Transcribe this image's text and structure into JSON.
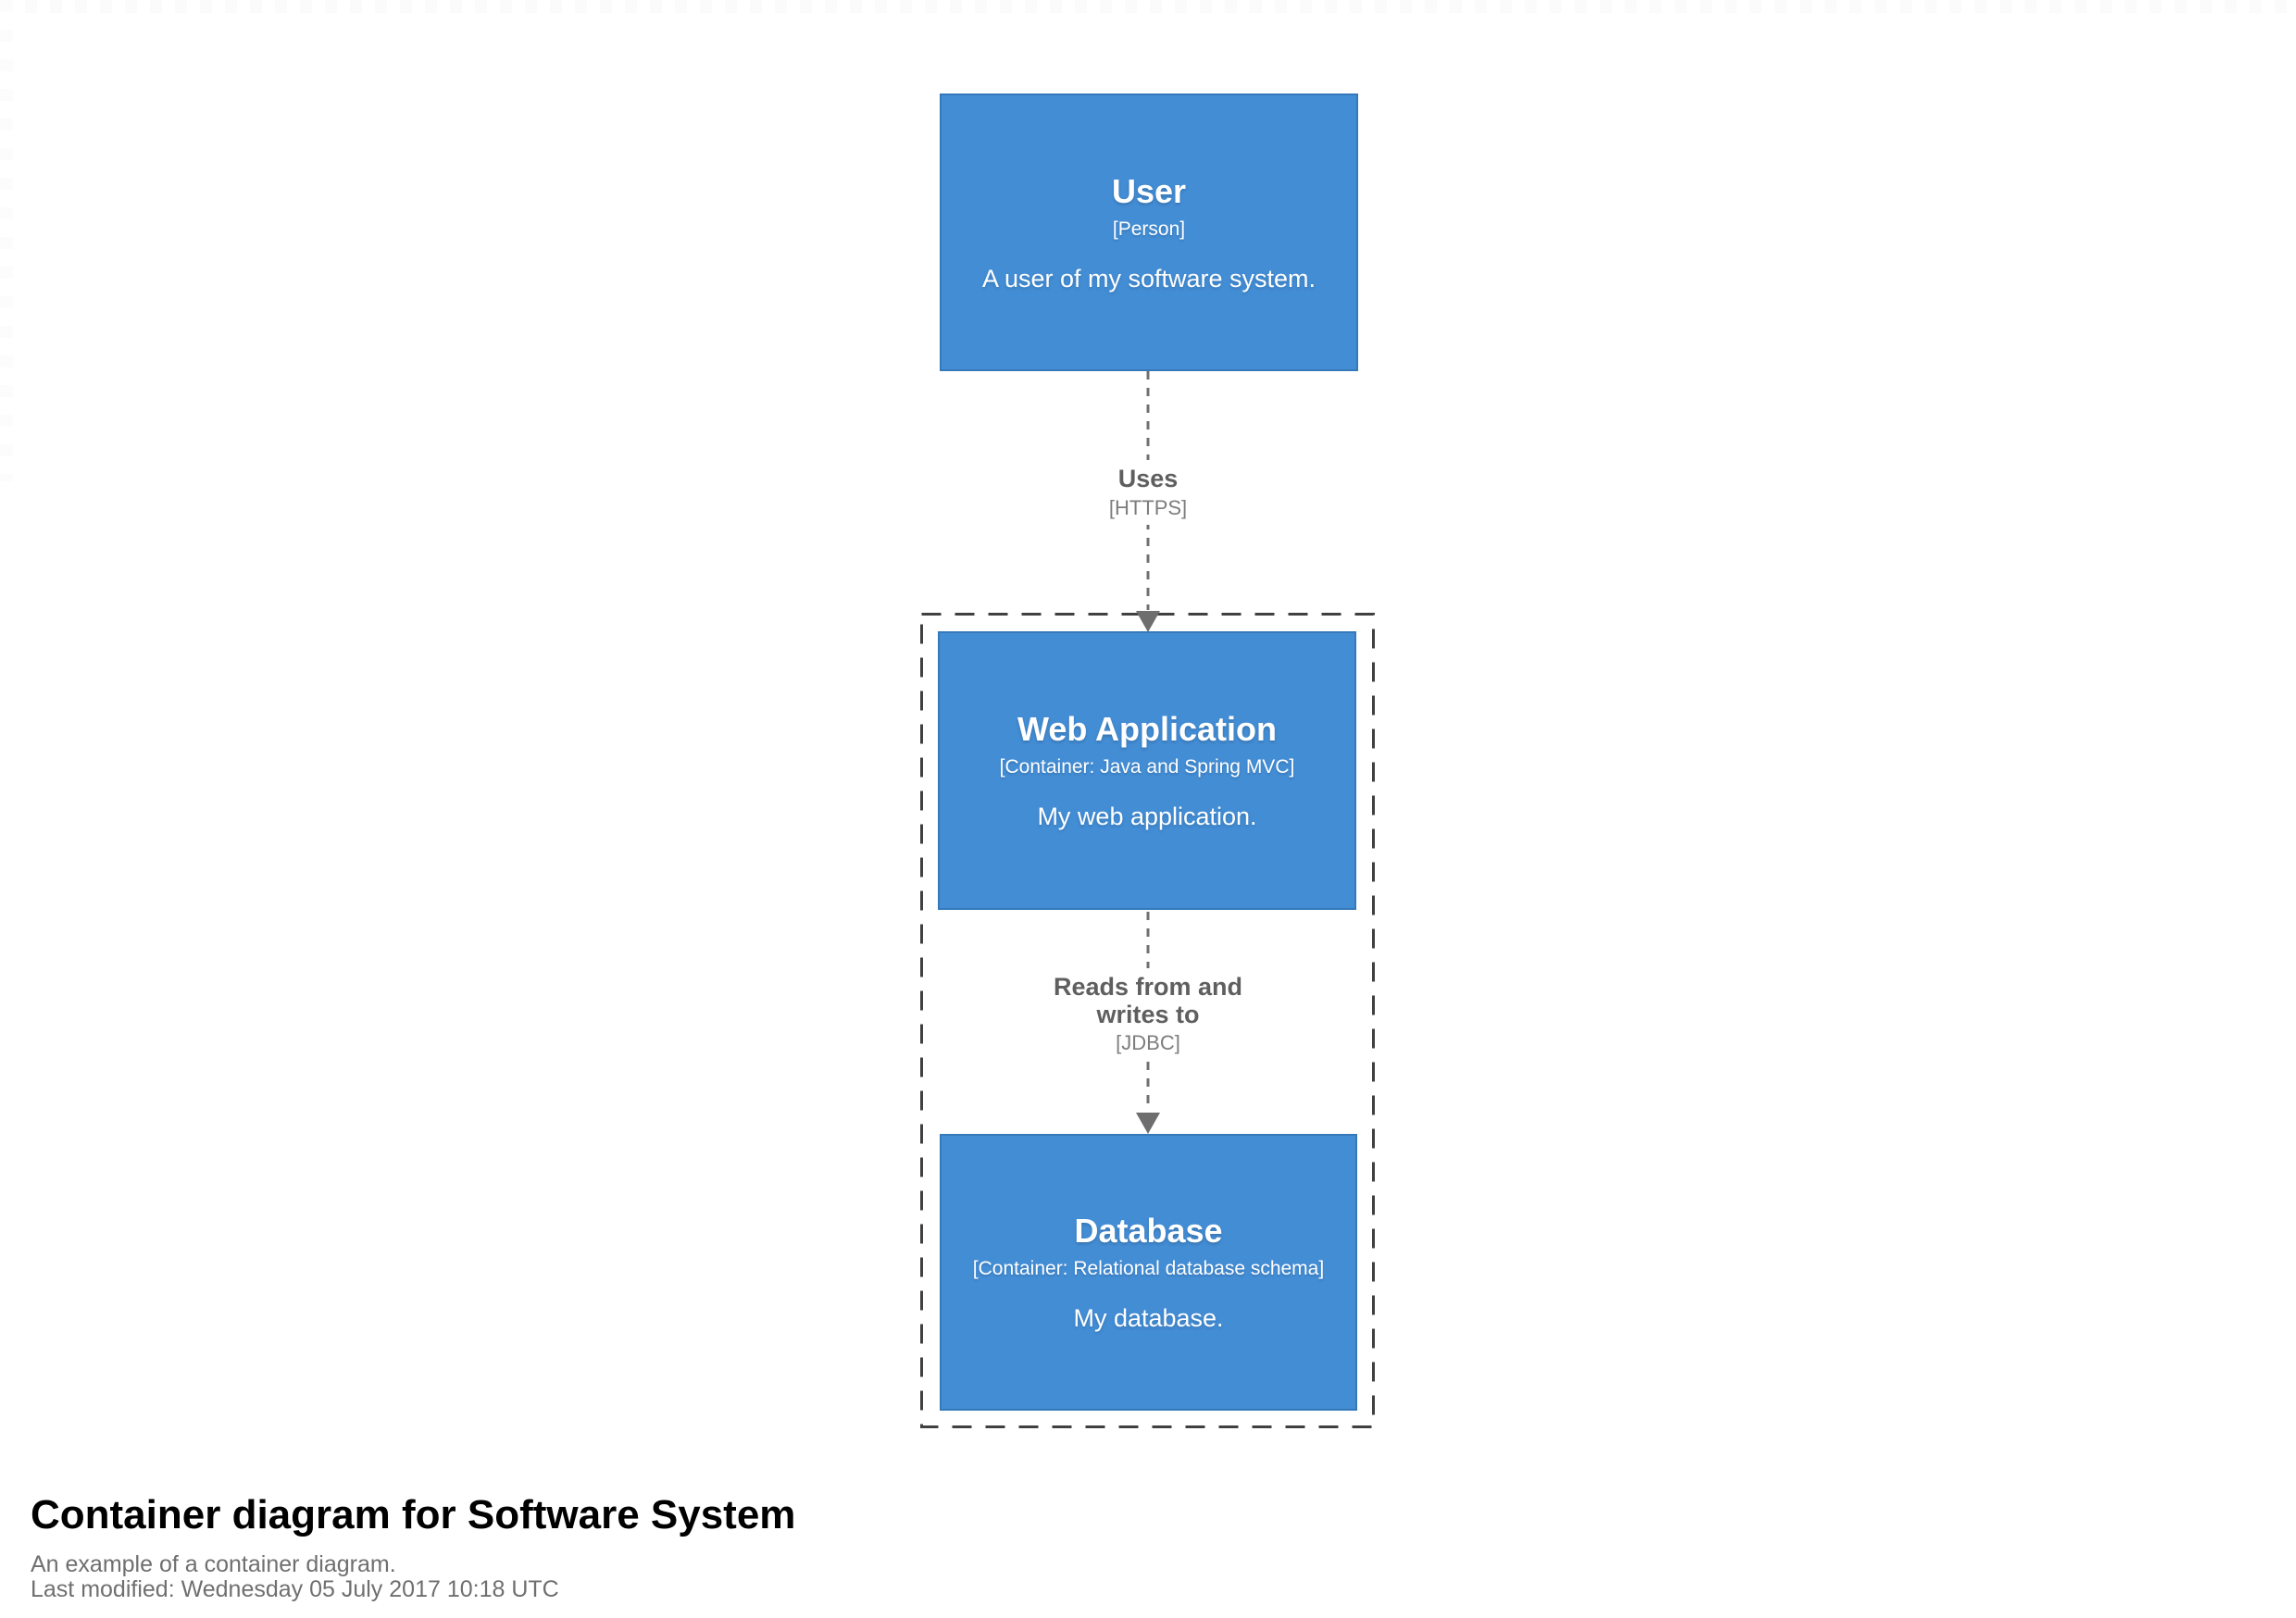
{
  "colors": {
    "element_fill": "#438dd5",
    "element_border": "#3679ba",
    "element_text": "#ffffff",
    "relationship_line": "#707070",
    "relationship_label": "#5f5f5f",
    "relationship_technology": "#7d7d7d",
    "boundary_dash": "#404040",
    "footer_title": "#000000",
    "footer_subtitle": "#6f6f6f",
    "background": "#ffffff"
  },
  "elements": {
    "user": {
      "name": "User",
      "meta": "[Person]",
      "description": "A user of my software system."
    },
    "web_app": {
      "name": "Web Application",
      "meta": "[Container: Java and Spring MVC]",
      "description": "My web application."
    },
    "database": {
      "name": "Database",
      "meta": "[Container: Relational database schema]",
      "description": "My database."
    }
  },
  "relationships": {
    "uses": {
      "label": "Uses",
      "technology": "[HTTPS]"
    },
    "reads_writes": {
      "label": "Reads from and writes to",
      "technology": "[JDBC]"
    }
  },
  "footer": {
    "title": "Container diagram for Software System",
    "description": "An example of a container diagram.",
    "last_modified": "Last modified: Wednesday 05 July 2017 10:18 UTC"
  }
}
